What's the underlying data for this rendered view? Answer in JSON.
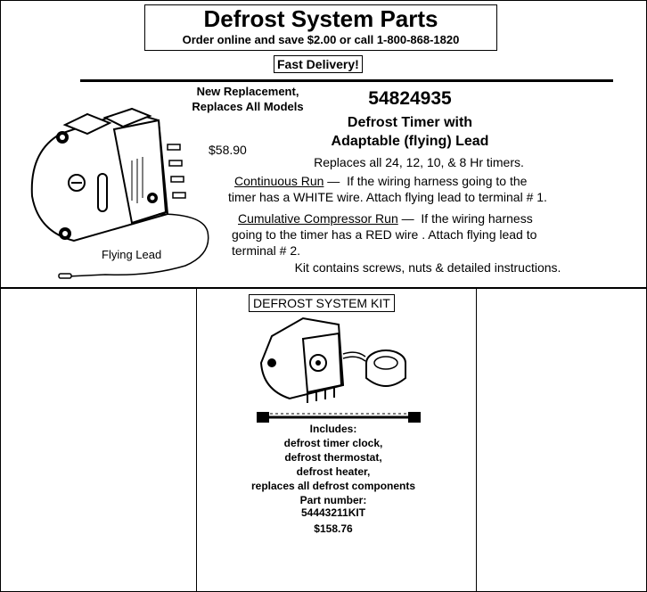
{
  "header": {
    "title": "Defrost System Parts",
    "subtitle": "Order online and save $2.00 or call 1-800-868-1820",
    "fast_delivery": "Fast Delivery!"
  },
  "timer": {
    "tagline_1": "New Replacement,",
    "tagline_2": "Replaces All Models",
    "price": "$58.90",
    "flying_lead_label": "Flying Lead",
    "part_number": "54824935",
    "name_line_1": "Defrost Timer with",
    "name_line_2": "Adaptable (flying) Lead",
    "replaces": "Replaces all 24, 12, 10, & 8 Hr timers.",
    "continuous_heading": "Continuous Run",
    "continuous_text_1": "If the wiring harness going to the",
    "continuous_text_2": "timer has a WHITE wire. Attach flying lead to terminal # 1.",
    "cumulative_heading": "Cumulative Compressor Run",
    "cumulative_text_1": "If the wiring harness",
    "cumulative_text_2": "going to the timer has a  RED wire . Attach flying lead to",
    "cumulative_text_3": "terminal # 2.",
    "kit_contents": "Kit contains screws, nuts & detailed instructions."
  },
  "kit": {
    "title": "DEFROST SYSTEM KIT",
    "includes_label": "Includes:",
    "items": [
      "defrost timer clock,",
      "defrost thermostat,",
      "defrost heater,",
      "replaces all defrost components"
    ],
    "part_number_label": "Part number:",
    "part_number": "54443211KIT",
    "price": "$158.76"
  }
}
